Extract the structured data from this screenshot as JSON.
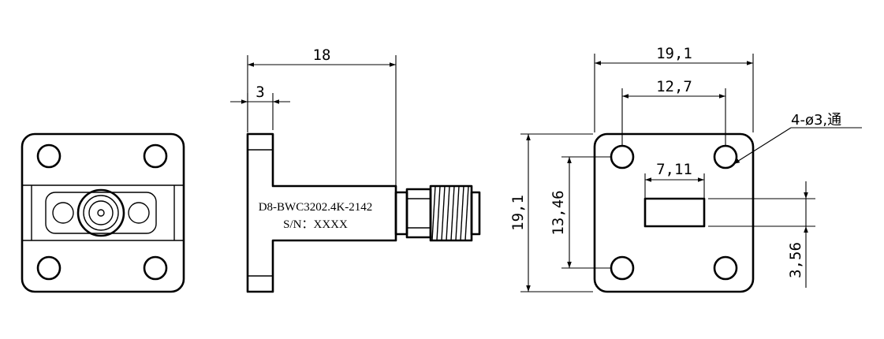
{
  "side_view": {
    "model_label": "D8-BWC3202.4K-2142",
    "serial_label": "S/N：XXXX"
  },
  "dimensions": {
    "side_length": "18",
    "flange_thickness": "3",
    "flange_width": "19,1",
    "hole_spacing": "12,7",
    "aperture_width": "7,11",
    "vertical_hole_spacing": "13,46",
    "flange_height": "19,1",
    "aperture_height": "3,56"
  },
  "hole_note": "4-ø3,通"
}
